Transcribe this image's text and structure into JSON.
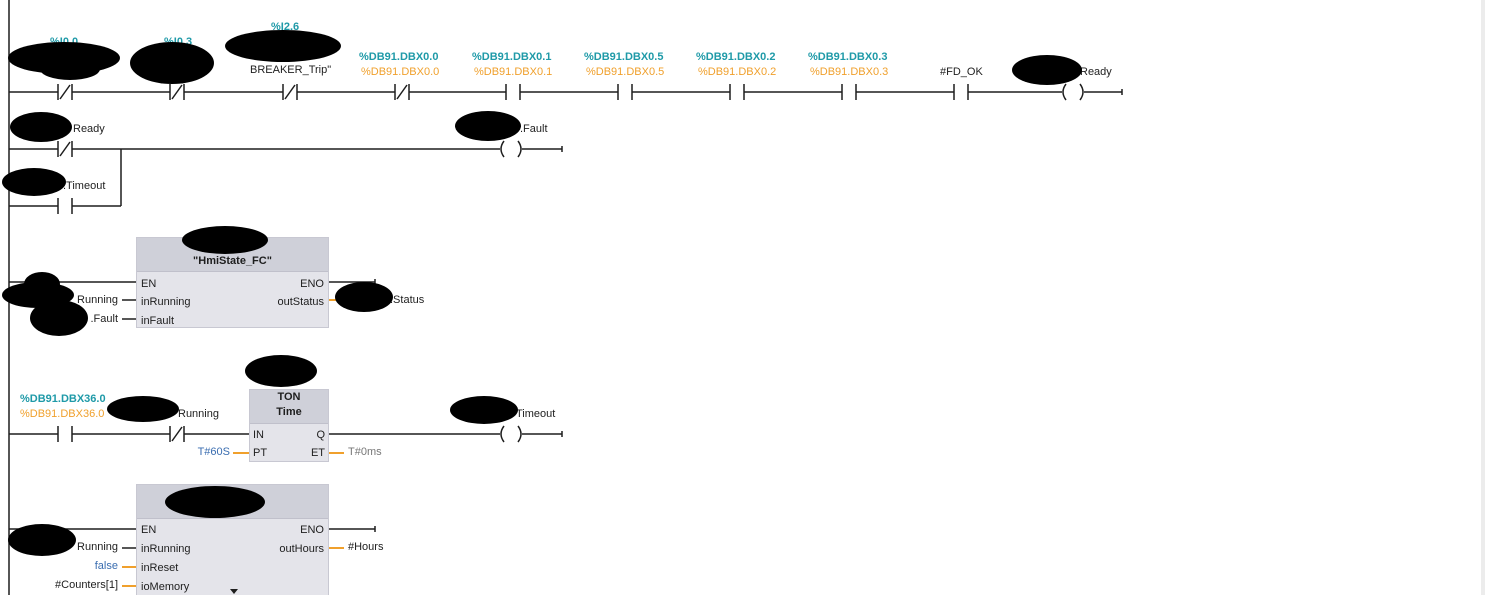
{
  "network1": {
    "contacts": [
      {
        "addr": "%I0.0",
        "label": ""
      },
      {
        "addr": "%I0.3",
        "label": ""
      },
      {
        "addr": "%I2.6",
        "label": "BREAKER_Trip\""
      },
      {
        "addr": "%DB91.DBX0.0",
        "label": "%DB91.DBX0.0"
      },
      {
        "addr": "%DB91.DBX0.1",
        "label": "%DB91.DBX0.1"
      },
      {
        "addr": "%DB91.DBX0.5",
        "label": "%DB91.DBX0.5"
      },
      {
        "addr": "%DB91.DBX0.2",
        "label": "%DB91.DBX0.2"
      },
      {
        "addr": "%DB91.DBX0.3",
        "label": "%DB91.DBX0.3"
      },
      {
        "addr": "",
        "label": "#FD_OK"
      }
    ],
    "coil_label": "Ready"
  },
  "network2": {
    "contact1_label": "Ready",
    "contact2_label": ".Timeout",
    "coil_label": ".Fault"
  },
  "network3": {
    "block_name": "\"HmiState_FC\"",
    "pins": {
      "en": "EN",
      "eno": "ENO",
      "in1": "inRunning",
      "in2": "inFault",
      "out1": "outStatus"
    },
    "in1_operand": "Running",
    "in2_operand": ".Fault",
    "out1_operand": ".Status"
  },
  "network4": {
    "contact1_addr": "%DB91.DBX36.0",
    "contact1_label": "%DB91.DBX36.0",
    "contact2_label": "Running",
    "timer_type": "TON",
    "timer_sub": "Time",
    "pins": {
      "in": "IN",
      "pt": "PT",
      "q": "Q",
      "et": "ET"
    },
    "pt_value": "T#60S",
    "et_value": "T#0ms",
    "coil_label": "Timeout"
  },
  "network5": {
    "pins": {
      "en": "EN",
      "eno": "ENO",
      "in1": "inRunning",
      "in2": "inReset",
      "in3": "ioMemory",
      "out1": "outHours"
    },
    "in1_operand": "Running",
    "in2_operand": "false",
    "in3_operand": "#Counters[1]",
    "out1_operand": "#Hours"
  },
  "colors": {
    "rail": "#1e1e1e",
    "address": "#1f9aa8",
    "operand_orange": "#f0a02c",
    "constant_blue": "#3a6db0",
    "block_bg": "#e4e4ea"
  }
}
